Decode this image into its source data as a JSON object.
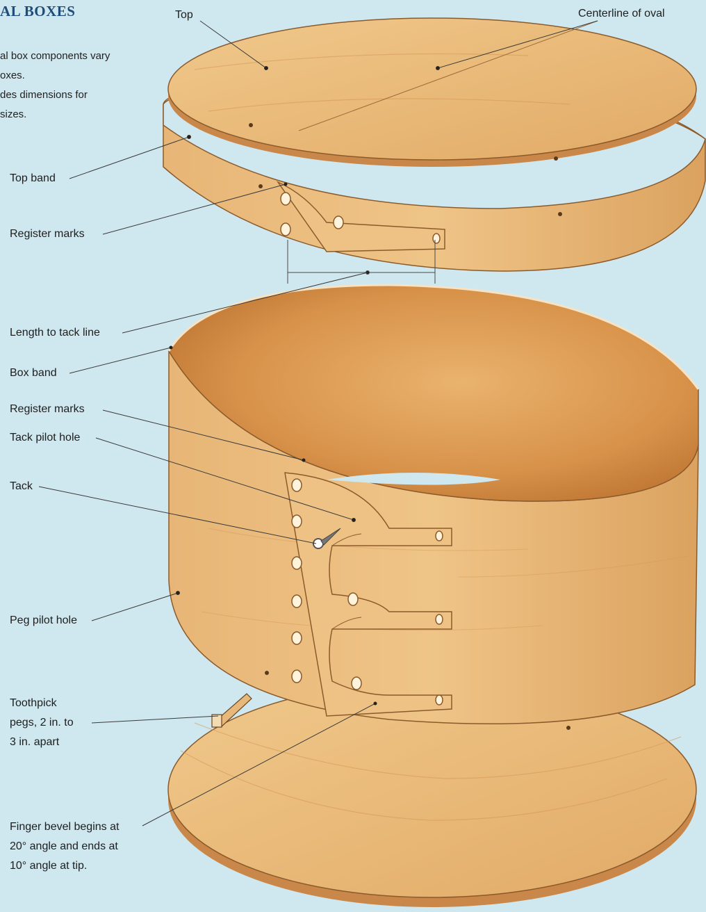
{
  "header": {
    "title": "AL BOXES",
    "intro": [
      "al box components vary",
      "oxes.",
      "des dimensions for",
      "sizes."
    ]
  },
  "labels": {
    "top": "Top",
    "centerline": "Centerline of oval",
    "top_band": "Top band",
    "register_marks_top": "Register marks",
    "length_to_tack_line": "Length to tack line",
    "box_band": "Box band",
    "register_marks_box": "Register marks",
    "tack_pilot_hole": "Tack pilot hole",
    "tack": "Tack",
    "peg_pilot_hole": "Peg pilot hole",
    "toothpick_pegs": [
      "Toothpick",
      "pegs, 2 in. to",
      "3 in. apart"
    ],
    "finger_bevel": [
      "Finger bevel begins at",
      "20° angle and ends at",
      "10° angle at tip."
    ]
  },
  "colors": {
    "background": "#cfe7ee",
    "wood": "#e8b572",
    "wood_dark": "#c8843e",
    "title": "#1f4d7a"
  }
}
